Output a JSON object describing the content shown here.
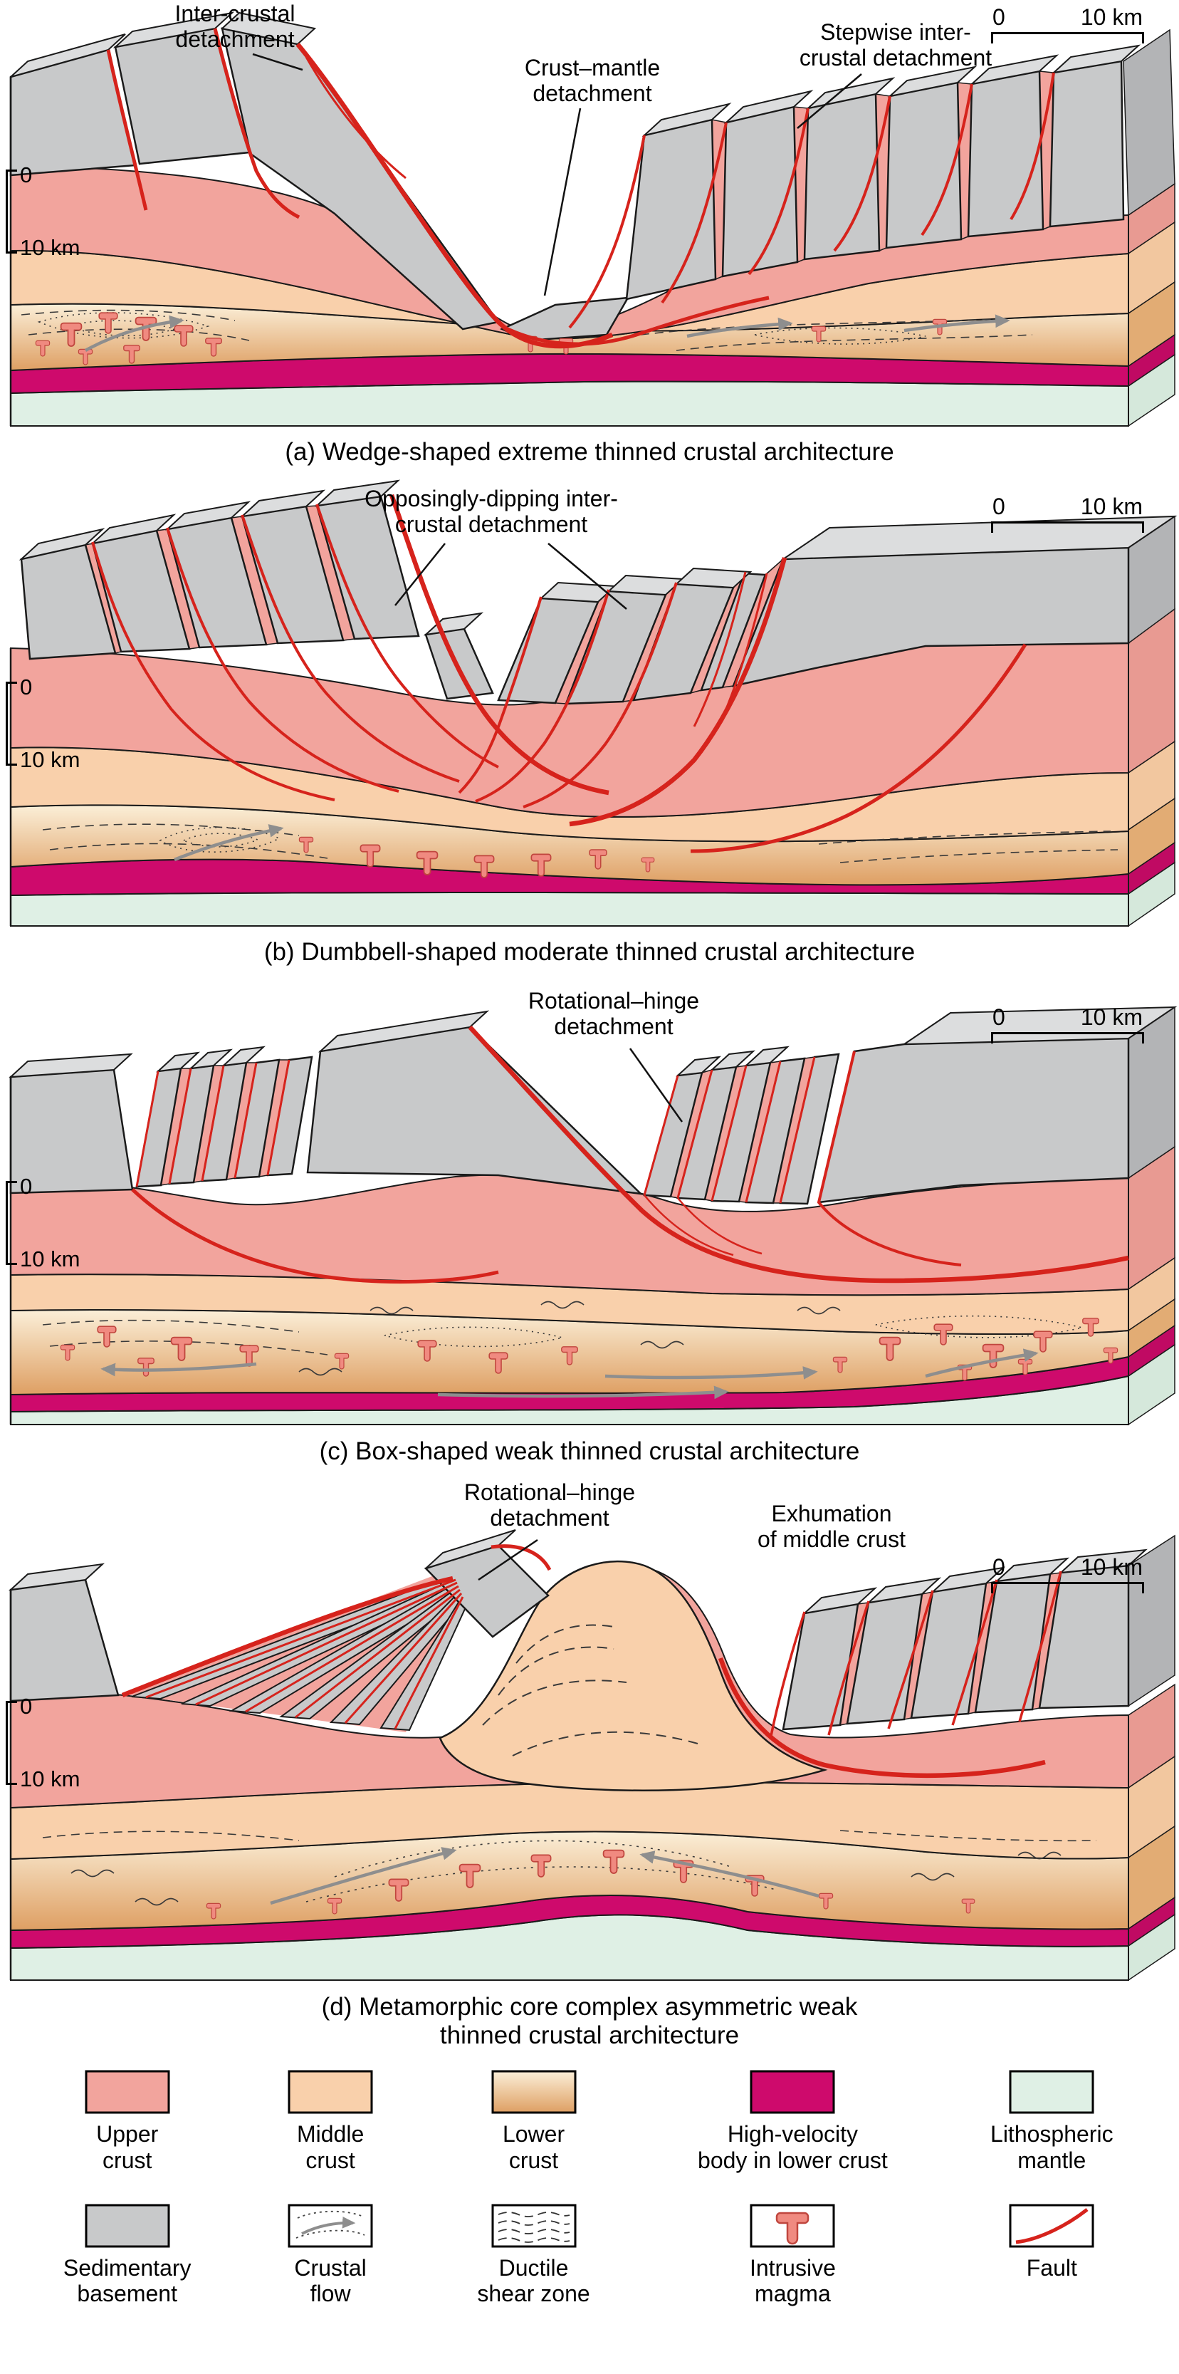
{
  "colors": {
    "upper_crust": "#F2A49D",
    "middle_crust": "#F9D0AB",
    "lower_crust_light": "#FBEFD8",
    "lower_crust_dark": "#DE9F63",
    "high_velocity_body": "#CE0A6C",
    "lithospheric_mantle": "#DFF0E5",
    "sedimentary_basement": "#C8C9CA",
    "fault_red": "#D6231C",
    "intrusive_magma": "#F08A80"
  },
  "scalebar": {
    "zero": "0",
    "ten": "10 km"
  },
  "depth_scale": {
    "zero": "0",
    "ten": "10 km"
  },
  "panels": [
    {
      "caption": "(a) Wedge-shaped extreme thinned crustal architecture",
      "labels": {
        "inter_crustal": "Inter-crustal\ndetachment",
        "crust_mantle": "Crust–mantle\ndetachment",
        "stepwise": "Stepwise inter-\ncrustal detachment"
      }
    },
    {
      "caption": "(b) Dumbbell-shaped moderate thinned crustal architecture",
      "labels": {
        "opposingly": "Opposingly-dipping inter-\ncrustal detachment"
      }
    },
    {
      "caption": "(c) Box-shaped weak thinned crustal architecture",
      "labels": {
        "rotational": "Rotational–hinge\ndetachment"
      }
    },
    {
      "caption": "(d) Metamorphic core complex asymmetric weak\nthinned crustal architecture",
      "labels": {
        "rotational": "Rotational–hinge\ndetachment",
        "exhumation": "Exhumation\nof middle crust"
      }
    }
  ],
  "legend": {
    "row1": [
      {
        "label": "Upper\ncrust",
        "color": "#F2A49D"
      },
      {
        "label": "Middle\ncrust",
        "color": "#F9D0AB"
      },
      {
        "label": "Lower\ncrust",
        "color": "#E8BC80"
      },
      {
        "label": "High-velocity\nbody in lower crust",
        "color": "#CE0A6C"
      },
      {
        "label": "Lithospheric\nmantle",
        "color": "#DFF0E5"
      }
    ],
    "row2": [
      {
        "label": "Sedimentary\nbasement",
        "color": "#C8C9CA"
      },
      {
        "label": "Crustal\nflow"
      },
      {
        "label": "Ductile\nshear zone"
      },
      {
        "label": "Intrusive\nmagma"
      },
      {
        "label": "Fault"
      }
    ]
  }
}
